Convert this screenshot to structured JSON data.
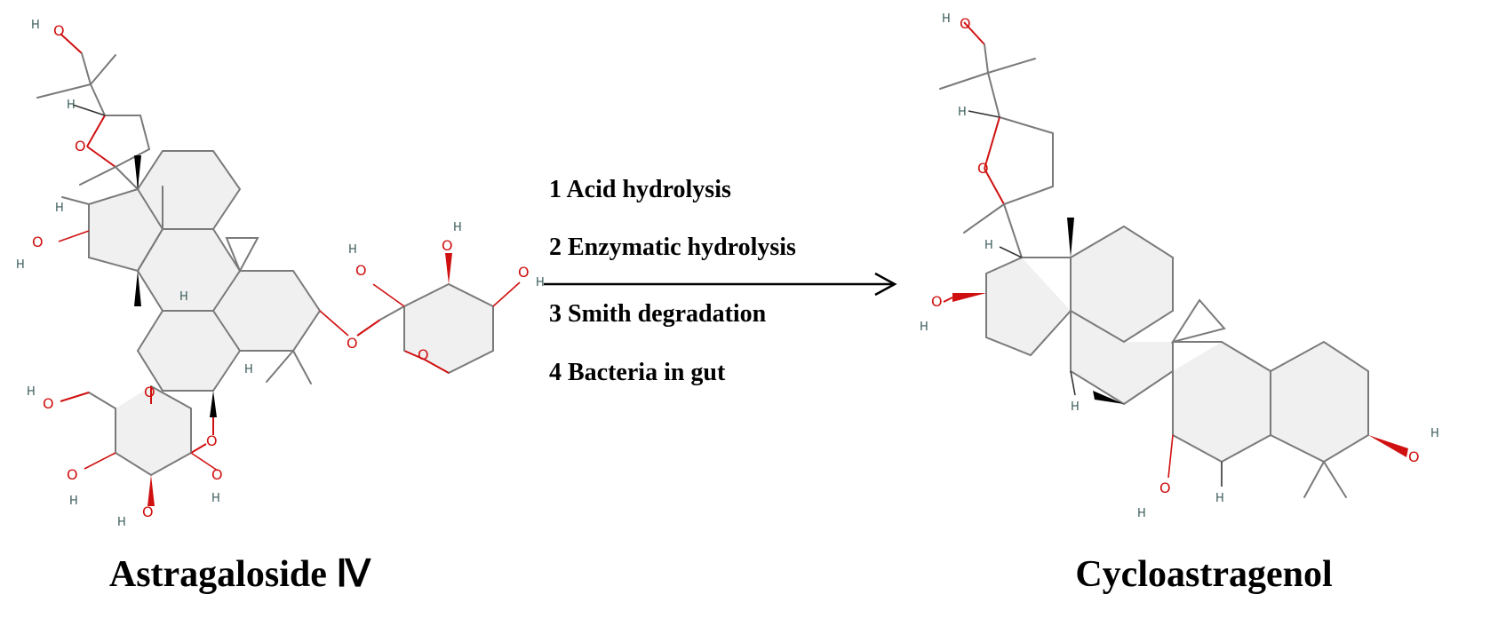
{
  "reactant": {
    "name": "Astragaloside Ⅳ"
  },
  "product": {
    "name": "Cycloastragenol"
  },
  "conditions": [
    "1 Acid hydrolysis",
    "2 Enzymatic hydrolysis",
    "3 Smith degradation",
    "4 Bacteria in gut"
  ],
  "atoms": {
    "oxygen": "O",
    "hydrogen": "H"
  },
  "colors": {
    "oxygen": "#d01010",
    "bond": "#7a7a7a",
    "ring_fill": "#f0f0f0"
  }
}
